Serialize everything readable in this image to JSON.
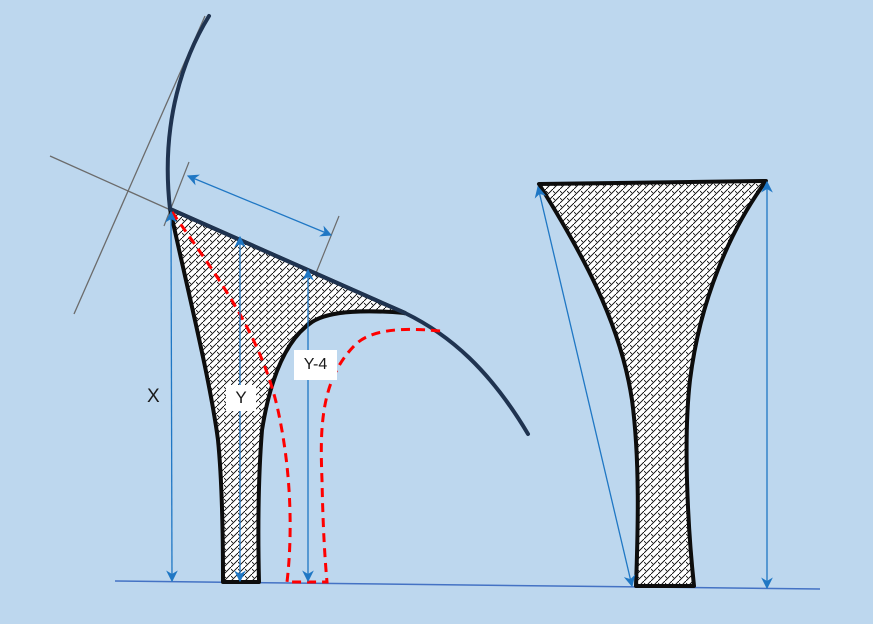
{
  "diagram": {
    "type": "heel-geometry-dimension-sketch",
    "colors": {
      "background": "#bdd7ee",
      "outline": "#0d0d0d",
      "curve": "#1f3350",
      "dimension": "#1f77c4",
      "construction": "#6b6b6b",
      "dashed": "#ff0000",
      "hatch_fill": "#ffffff"
    },
    "labels": {
      "x": "X",
      "y": "Y",
      "y_minus_4": "Y-4"
    },
    "left_figure": {
      "description": "Side-view heel profile with tangent construction lines, dashed red alternate profile and height dimensions"
    },
    "right_figure": {
      "description": "Flattened heel cover pattern with slant and vertical height dimensions"
    }
  }
}
